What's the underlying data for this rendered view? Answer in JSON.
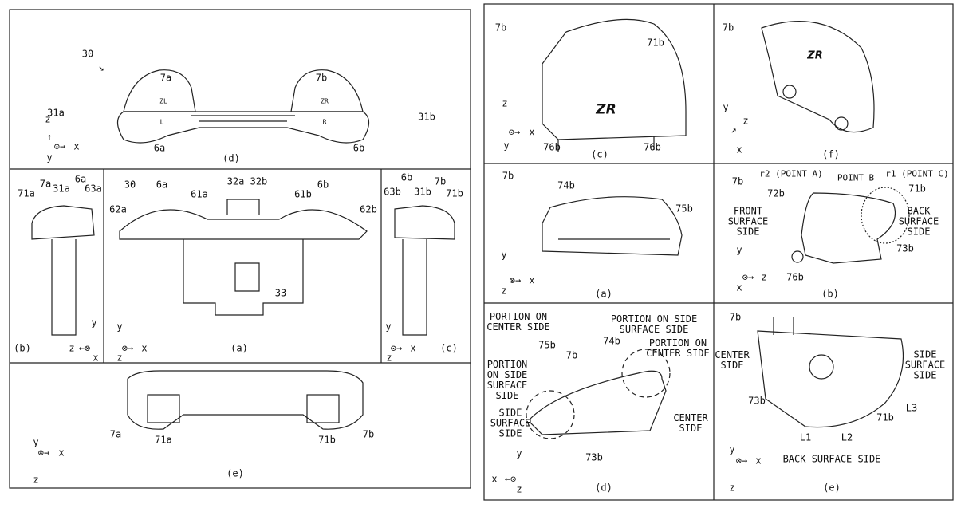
{
  "left": {
    "d": {
      "caption": "(d)",
      "labels": [
        "30",
        "7a",
        "7b",
        "31a",
        "31b",
        "6a",
        "6b"
      ],
      "marks": [
        "ZL",
        "L",
        "ZR",
        "R"
      ],
      "axes": [
        "z",
        "x",
        "y"
      ]
    },
    "b": {
      "caption": "(b)",
      "labels": [
        "71a",
        "7a",
        "31a",
        "6a",
        "63a"
      ],
      "axes": [
        "y",
        "z",
        "x"
      ]
    },
    "a": {
      "caption": "(a)",
      "labels": [
        "30",
        "6a",
        "32a 32b",
        "6b",
        "61a",
        "61b",
        "62a",
        "62b",
        "33"
      ],
      "axes": [
        "y",
        "x",
        "z"
      ]
    },
    "c": {
      "caption": "(c)",
      "labels": [
        "6b",
        "7b",
        "63b",
        "31b",
        "71b"
      ],
      "axes": [
        "y",
        "x",
        "z"
      ]
    },
    "e": {
      "caption": "(e)",
      "labels": [
        "7a",
        "71a",
        "71b",
        "7b"
      ],
      "axes": [
        "y",
        "x",
        "z"
      ]
    }
  },
  "right": {
    "c": {
      "caption": "(c)",
      "labels": [
        "7b",
        "71b",
        "76b",
        "76b"
      ],
      "mark": "ZR",
      "axes": [
        "z",
        "x",
        "y"
      ]
    },
    "f": {
      "caption": "(f)",
      "labels": [
        "7b"
      ],
      "mark": "ZR",
      "axes": [
        "y",
        "z",
        "x"
      ]
    },
    "a": {
      "caption": "(a)",
      "labels": [
        "7b",
        "74b",
        "75b"
      ],
      "axes": [
        "y",
        "x",
        "z"
      ]
    },
    "b": {
      "caption": "(b)",
      "labels": [
        "7b",
        "r2 (POINT A)",
        "POINT B",
        "r1 (POINT C)",
        "71b",
        "72b",
        "FRONT\nSURFACE\nSIDE",
        "BACK\nSURFACE\nSIDE",
        "73b",
        "76b"
      ],
      "axes": [
        "y",
        "z",
        "x"
      ]
    },
    "d": {
      "caption": "(d)",
      "labels": [
        "PORTION ON\nCENTER SIDE",
        "PORTION ON SIDE\nSURFACE SIDE",
        "75b",
        "74b",
        "PORTION ON\nCENTER SIDE",
        "7b",
        "PORTION\nON SIDE\nSURFACE\nSIDE",
        "SIDE\nSURFACE\nSIDE",
        "CENTER\nSIDE",
        "73b"
      ],
      "axes": [
        "y",
        "x",
        "z"
      ]
    },
    "e": {
      "caption": "(e)",
      "labels": [
        "7b",
        "CENTER\nSIDE",
        "SIDE\nSURFACE\nSIDE",
        "73b",
        "L3",
        "71b",
        "L1",
        "L2",
        "BACK SURFACE SIDE"
      ],
      "axes": [
        "y",
        "x",
        "z"
      ]
    }
  }
}
